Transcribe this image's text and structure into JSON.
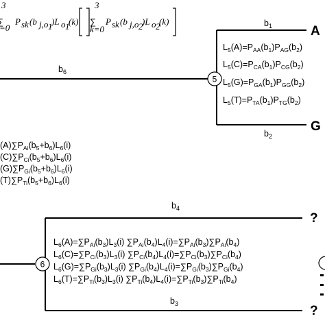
{
  "formula_top": {
    "sum1_upper": "3",
    "sum1_lower": "=0",
    "term1": "P",
    "term1_sub": "sk",
    "term1_arg": "(b",
    "term1_arg_sub": "j,o",
    "term1_arg_subsub": "1",
    "term1_close": ")L",
    "term1_L_sub": "o",
    "term1_L_subsub": "1",
    "term1_k": "(k)",
    "sum2_upper": "3",
    "sum2_lower": "k=0",
    "term2": "P",
    "term2_sub": "sk",
    "term2_arg": "(b",
    "term2_arg_sub": "j,o",
    "term2_arg_subsub": "2",
    "term2_close": ")L",
    "term2_L_sub": "o",
    "term2_L_subsub": "2",
    "term2_k": "(k)"
  },
  "tree": {
    "node5": "5",
    "node6": "6",
    "leaf_A": "A",
    "leaf_G": "G",
    "leaf_q1": "?",
    "leaf_q2": "?",
    "b1": "b1",
    "b2": "b2",
    "b3": "b3",
    "b4": "b4",
    "b6": "b6"
  },
  "node5_equations": [
    "L5(A)=PAA(b1)PAG(b2)",
    "L5(C)=PCA(b1)PCG(b2)",
    "L5(G)=PGA(b1)PGG(b2)",
    "L5(T)=PTA(b1)PTG(b2)"
  ],
  "left_equations": [
    "(A)∑PAi(b5+b6)L6(i)",
    "(C)∑PCi(b5+b6)L6(i)",
    "(G)∑PGi(b5+b6)L6(i)",
    "(T)∑PTi(b5+b6)L6(i)"
  ],
  "node6_equations": [
    "L6(A)=∑PAi(b3)L3(i) ∑PAi(b4)L4(i)=∑PAi(b3)∑PAi(b4)",
    "L6(C)=∑PCi(b3)L3(i) ∑PCi(b4)L4(i)=∑PCi(b3)∑PCi(b4)",
    "L6(G)=∑PGi(b3)L3(i) ∑PGi(b4)L4(i)=∑PGi(b3)∑PGi(b4)",
    "L6(T)=∑PTi(b3)L3(i) ∑PTi(b4)L4(i)=∑PTi(b3)∑PTi(b4)"
  ]
}
